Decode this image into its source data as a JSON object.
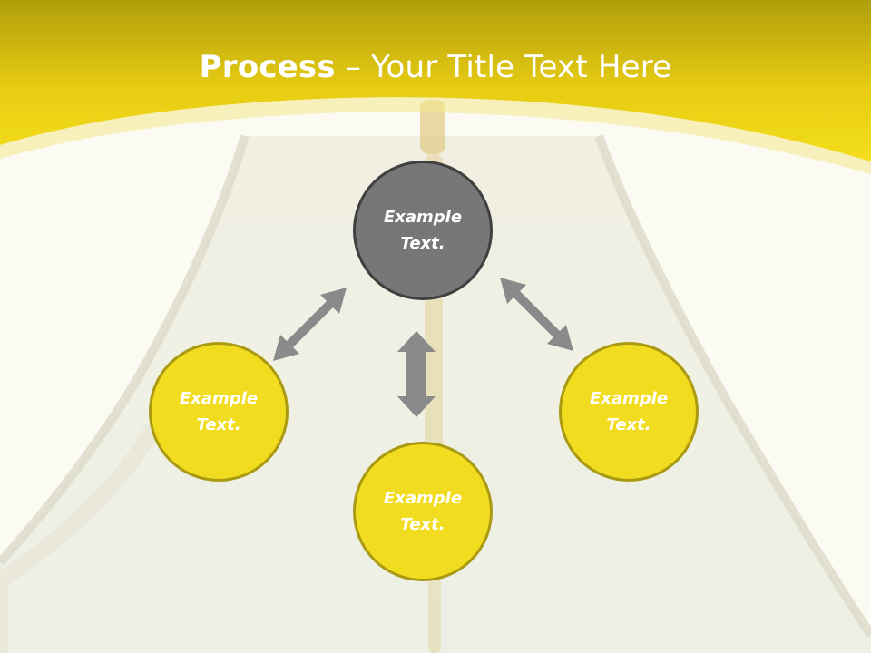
{
  "title": {
    "bold": "Process",
    "separator": " – ",
    "rest": "Your Title Text Here"
  },
  "nodes": [
    {
      "id": "top",
      "label": "Example\nText.",
      "color": "#777777"
    },
    {
      "id": "left",
      "label": "Example\nText.",
      "color": "#f2dc1f"
    },
    {
      "id": "center",
      "label": "Example\nText.",
      "color": "#f2dc1f"
    },
    {
      "id": "right",
      "label": "Example\nText.",
      "color": "#f2dc1f"
    }
  ],
  "colors": {
    "header": "#e8cf14",
    "arrow": "#8a8a8a",
    "background": "#fbfaf3"
  }
}
